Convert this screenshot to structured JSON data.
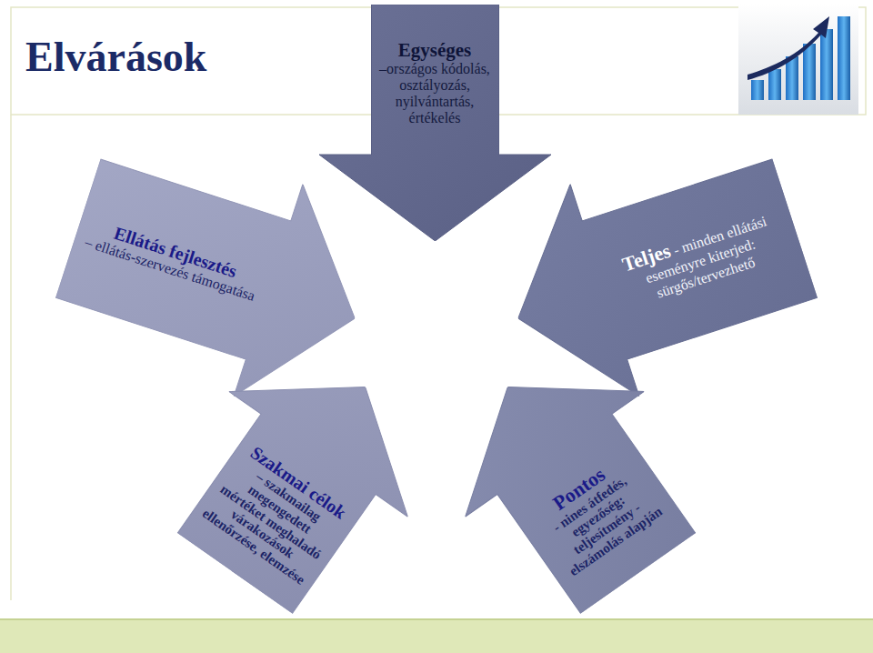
{
  "diagram": {
    "title": "Elvárások",
    "nodes": [
      {
        "text": [
          "Egységes",
          "–országos kódolás, osztályozás, nyilvántartás, értékelés"
        ]
      },
      {
        "text": [
          "Ellátás fejlesztés",
          "– ellátás-szervezés támogatása"
        ]
      },
      {
        "text": [
          "Teljes",
          "- minden ellátási eseményre kiterjed: sürgős/tervezhető"
        ]
      },
      {
        "text": [
          "Szakmai célok",
          "– szakmailag megengedett mértéket meghaladó várakozások ellenőrzése, elemzése"
        ]
      },
      {
        "text": [
          "Pontos",
          "- nines átfedés, egyezőség: teljesítmény -elszámolás alapján"
        ]
      }
    ]
  }
}
